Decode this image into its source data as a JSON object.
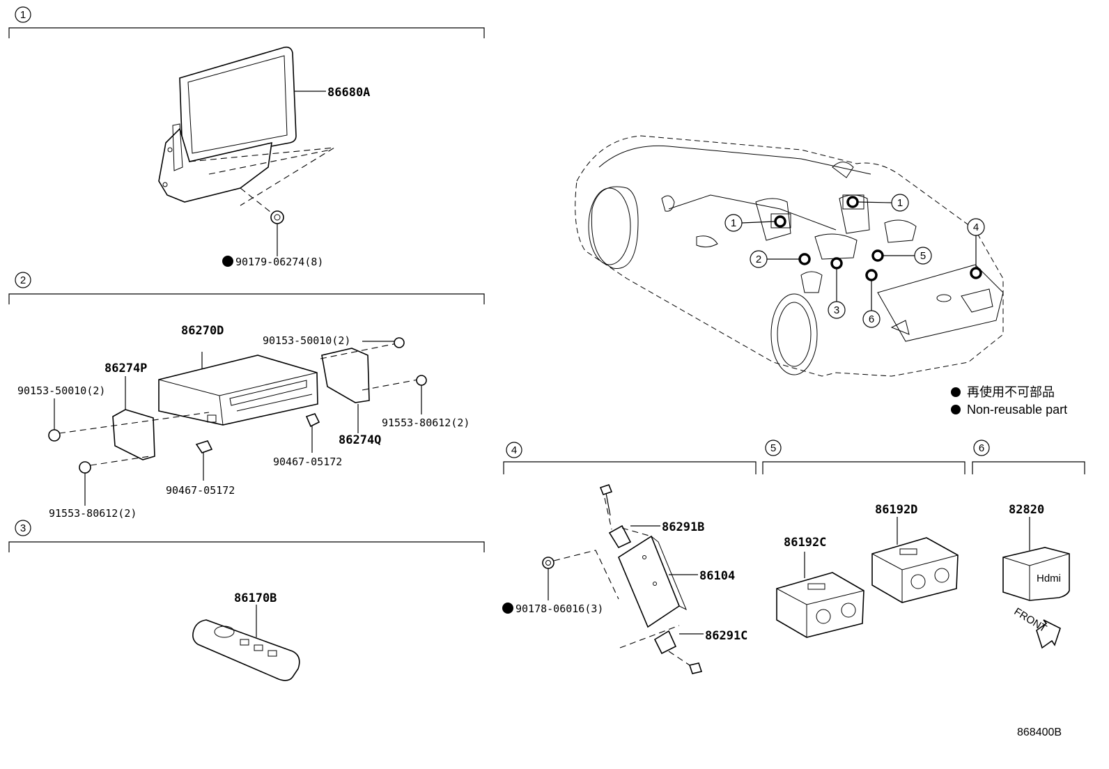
{
  "sections": [
    {
      "num": "1"
    },
    {
      "num": "2"
    },
    {
      "num": "3"
    },
    {
      "num": "4"
    },
    {
      "num": "5"
    },
    {
      "num": "6"
    }
  ],
  "car_callouts": [
    "1",
    "1",
    "2",
    "3",
    "4",
    "5",
    "6"
  ],
  "parts": {
    "display": "86680A",
    "display_screw": "90179-06274(8)",
    "player": "86270D",
    "bracket_left": "86274P",
    "bracket_right": "86274Q",
    "screw_top": "90153-50010(2)",
    "screw_left": "90153-50010(2)",
    "bolt_right": "91553-80612(2)",
    "bolt_left": "91553-80612(2)",
    "clip_right": "90467-05172",
    "clip_center": "90467-05172",
    "remote": "86170B",
    "bracket_b": "86291B",
    "box": "86104",
    "bracket_c": "86291C",
    "nut": "90178-06016(3)",
    "jack_c": "86192C",
    "jack_d": "86192D",
    "hdmi": "82820"
  },
  "hdmi_label": "Hdmi",
  "front_label": "FRONT",
  "legend": {
    "chinese": "再使用不可部品",
    "english": "Non-reusable part"
  },
  "figure_code": "868400B"
}
